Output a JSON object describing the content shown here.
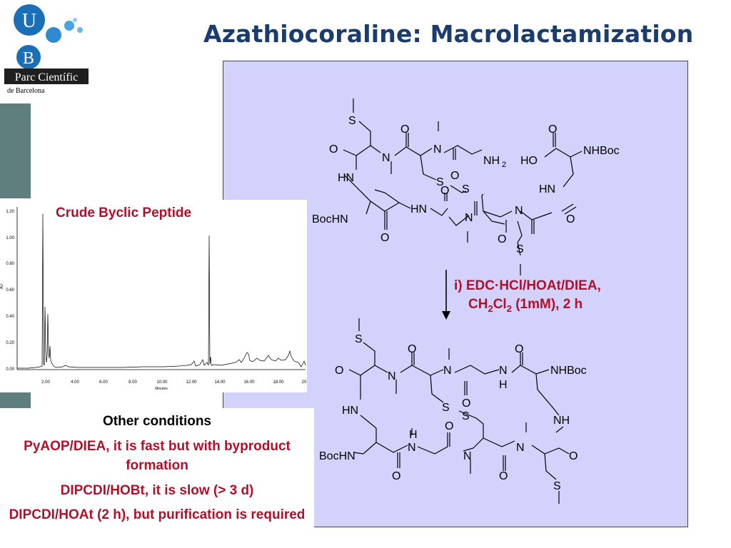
{
  "slide": {
    "title": "Azathiocoraline: Macrolactamization",
    "logo": {
      "letter_top": "U",
      "letter_bottom": "B",
      "name_line1": "Parc Científic",
      "name_line2": "de Barcelona"
    }
  },
  "chromatogram": {
    "label": "Crude Byclic Peptide",
    "y_ticks": [
      "1.20",
      "1.00",
      "0.80",
      "0.60",
      "0.40",
      "0.20",
      "0.00"
    ],
    "x_ticks": [
      "2.00",
      "4.00",
      "6.00",
      "8.00",
      "10.00",
      "12.00",
      "14.00",
      "16.00",
      "18.00",
      "20"
    ],
    "x_label": "Minutes",
    "y_label": "AU"
  },
  "conditions": {
    "heading": "Other conditions",
    "items": [
      "PyAOP/DIEA, it is fast but with byproduct formation",
      "DIPCDI/HOBt, it is slow (> 3 d)",
      "DIPCDI/HOAt (2 h), but purification is required"
    ]
  },
  "reaction": {
    "line1": "i) EDC·HCl/HOAt/DIEA,",
    "line2_prefix": "CH",
    "line2_sub1": "2",
    "line2_mid": "Cl",
    "line2_sub2": "2",
    "line2_suffix": " (1mM), 2 h"
  },
  "structures": {
    "top": {
      "s_me_top": "S",
      "o1": "O",
      "n_a": "N",
      "o2": "O",
      "n_b": "N",
      "o3": "O",
      "nh2": "NH",
      "nh2_sub": "2",
      "hn1": "HN",
      "s1": "S",
      "s2": "S",
      "o4": "O",
      "o5": "O",
      "ho": "HO",
      "nhboc_top": "NHBoc",
      "hn2": "HN",
      "bochn": "BocHN",
      "hn3": "HN",
      "n_c": "N",
      "n_d": "N",
      "o6": "O",
      "o7": "O",
      "o8": "O",
      "s_me_bot": "S"
    },
    "bottom": {
      "s_me_top": "S",
      "o1": "O",
      "o2": "O",
      "o3": "O",
      "n_a": "N",
      "n_b": "N",
      "n_c": "N",
      "h1": "H",
      "o4": "O",
      "nhboc": "NHBoc",
      "hn1": "HN",
      "s1": "S",
      "s2": "S",
      "nh": "NH",
      "h2": "H",
      "n_d": "N",
      "o5": "O",
      "n_e": "N",
      "n_f": "N",
      "bochn": "BocHN",
      "o6": "O",
      "o7": "O",
      "o8": "O",
      "s_me_bot": "S"
    }
  },
  "colors": {
    "title": "#1a3d6e",
    "accent_red": "#b0102a",
    "scheme_bg": "#d2d2fc",
    "side_bar": "#5f7f7f",
    "logo_blue": "#1b6fb6"
  }
}
